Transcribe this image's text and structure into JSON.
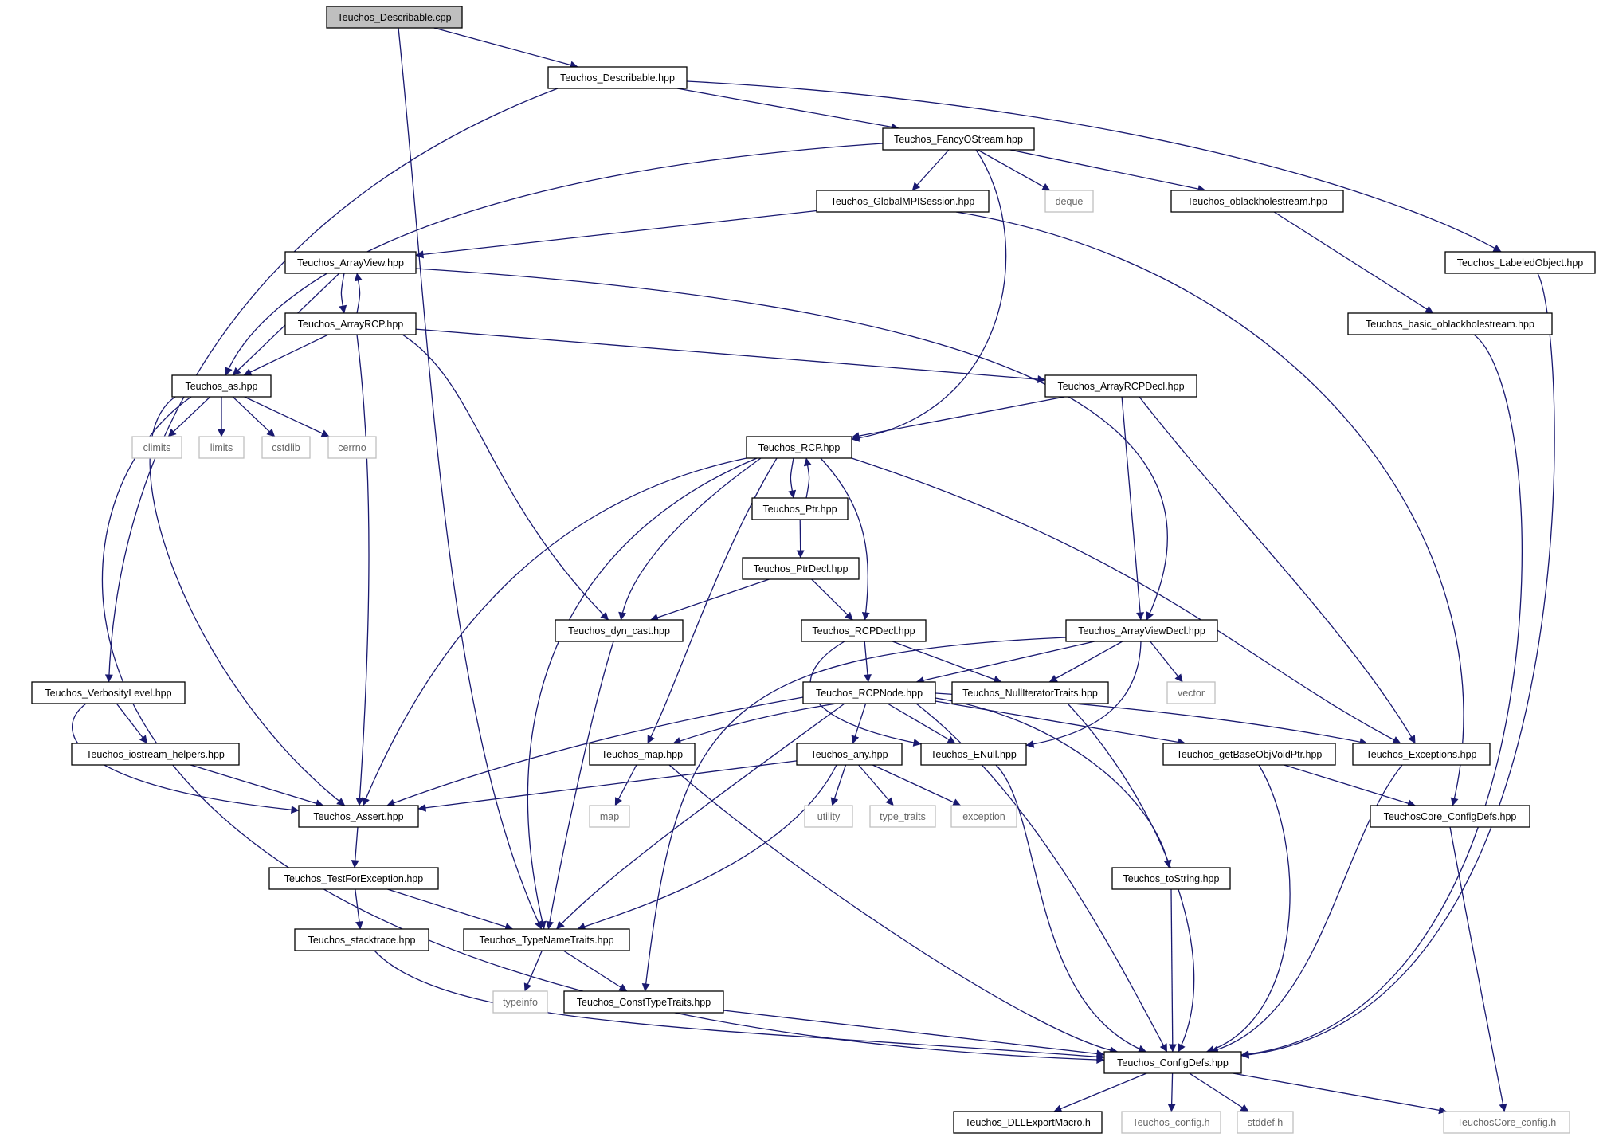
{
  "graph": {
    "edge_color": "#191970",
    "root_fill": "#bfbfbf",
    "nodes": [
      {
        "id": "describable_cpp",
        "label": "Teuchos_Describable.cpp",
        "kind": "root"
      },
      {
        "id": "describable_hpp",
        "label": "Teuchos_Describable.hpp",
        "kind": "file"
      },
      {
        "id": "fancyostream",
        "label": "Teuchos_FancyOStream.hpp",
        "kind": "file"
      },
      {
        "id": "globalmpi",
        "label": "Teuchos_GlobalMPISession.hpp",
        "kind": "file"
      },
      {
        "id": "deque",
        "label": "deque",
        "kind": "system"
      },
      {
        "id": "oblackhole",
        "label": "Teuchos_oblackholestream.hpp",
        "kind": "file"
      },
      {
        "id": "arrayview",
        "label": "Teuchos_ArrayView.hpp",
        "kind": "file"
      },
      {
        "id": "labeledobject",
        "label": "Teuchos_LabeledObject.hpp",
        "kind": "file"
      },
      {
        "id": "arrayrcp",
        "label": "Teuchos_ArrayRCP.hpp",
        "kind": "file"
      },
      {
        "id": "basic_oblackhole",
        "label": "Teuchos_basic_oblackholestream.hpp",
        "kind": "file"
      },
      {
        "id": "as",
        "label": "Teuchos_as.hpp",
        "kind": "file"
      },
      {
        "id": "arrayrcpdecl",
        "label": "Teuchos_ArrayRCPDecl.hpp",
        "kind": "file"
      },
      {
        "id": "climits",
        "label": "climits",
        "kind": "system"
      },
      {
        "id": "limits",
        "label": "limits",
        "kind": "system"
      },
      {
        "id": "cstdlib",
        "label": "cstdlib",
        "kind": "system"
      },
      {
        "id": "cerrno",
        "label": "cerrno",
        "kind": "system"
      },
      {
        "id": "rcp",
        "label": "Teuchos_RCP.hpp",
        "kind": "file"
      },
      {
        "id": "ptr",
        "label": "Teuchos_Ptr.hpp",
        "kind": "file"
      },
      {
        "id": "ptrdecl",
        "label": "Teuchos_PtrDecl.hpp",
        "kind": "file"
      },
      {
        "id": "dyn_cast",
        "label": "Teuchos_dyn_cast.hpp",
        "kind": "file"
      },
      {
        "id": "rcpdecl",
        "label": "Teuchos_RCPDecl.hpp",
        "kind": "file"
      },
      {
        "id": "arrayviewdecl",
        "label": "Teuchos_ArrayViewDecl.hpp",
        "kind": "file"
      },
      {
        "id": "verbosity",
        "label": "Teuchos_VerbosityLevel.hpp",
        "kind": "file"
      },
      {
        "id": "rcpnode",
        "label": "Teuchos_RCPNode.hpp",
        "kind": "file"
      },
      {
        "id": "nulliter",
        "label": "Teuchos_NullIteratorTraits.hpp",
        "kind": "file"
      },
      {
        "id": "vector",
        "label": "vector",
        "kind": "system"
      },
      {
        "id": "iostream_helpers",
        "label": "Teuchos_iostream_helpers.hpp",
        "kind": "file"
      },
      {
        "id": "map_hpp",
        "label": "Teuchos_map.hpp",
        "kind": "file"
      },
      {
        "id": "any",
        "label": "Teuchos_any.hpp",
        "kind": "file"
      },
      {
        "id": "enull",
        "label": "Teuchos_ENull.hpp",
        "kind": "file"
      },
      {
        "id": "getbase",
        "label": "Teuchos_getBaseObjVoidPtr.hpp",
        "kind": "file"
      },
      {
        "id": "exceptions",
        "label": "Teuchos_Exceptions.hpp",
        "kind": "file"
      },
      {
        "id": "assert",
        "label": "Teuchos_Assert.hpp",
        "kind": "file"
      },
      {
        "id": "map_sys",
        "label": "map",
        "kind": "system"
      },
      {
        "id": "utility",
        "label": "utility",
        "kind": "system"
      },
      {
        "id": "type_traits",
        "label": "type_traits",
        "kind": "system"
      },
      {
        "id": "exception",
        "label": "exception",
        "kind": "system"
      },
      {
        "id": "core_configdefs",
        "label": "TeuchosCore_ConfigDefs.hpp",
        "kind": "file"
      },
      {
        "id": "testforexception",
        "label": "Teuchos_TestForException.hpp",
        "kind": "file"
      },
      {
        "id": "tostring",
        "label": "Teuchos_toString.hpp",
        "kind": "file"
      },
      {
        "id": "stacktrace",
        "label": "Teuchos_stacktrace.hpp",
        "kind": "file"
      },
      {
        "id": "typenametraits",
        "label": "Teuchos_TypeNameTraits.hpp",
        "kind": "file"
      },
      {
        "id": "typeinfo",
        "label": "typeinfo",
        "kind": "system"
      },
      {
        "id": "consttypetraits",
        "label": "Teuchos_ConstTypeTraits.hpp",
        "kind": "file"
      },
      {
        "id": "configdefs",
        "label": "Teuchos_ConfigDefs.hpp",
        "kind": "file"
      },
      {
        "id": "dllexport",
        "label": "Teuchos_DLLExportMacro.h",
        "kind": "file"
      },
      {
        "id": "config_h",
        "label": "Teuchos_config.h",
        "kind": "system"
      },
      {
        "id": "stddef",
        "label": "stddef.h",
        "kind": "system"
      },
      {
        "id": "core_config_h",
        "label": "TeuchosCore_config.h",
        "kind": "system"
      }
    ],
    "edges": [
      [
        "describable_cpp",
        "describable_hpp"
      ],
      [
        "describable_cpp",
        "typenametraits"
      ],
      [
        "describable_hpp",
        "fancyostream"
      ],
      [
        "describable_hpp",
        "verbosity"
      ],
      [
        "describable_hpp",
        "labeledobject"
      ],
      [
        "fancyostream",
        "globalmpi"
      ],
      [
        "fancyostream",
        "deque"
      ],
      [
        "fancyostream",
        "oblackhole"
      ],
      [
        "fancyostream",
        "as"
      ],
      [
        "fancyostream",
        "rcp"
      ],
      [
        "globalmpi",
        "arrayview"
      ],
      [
        "globalmpi",
        "core_configdefs"
      ],
      [
        "oblackhole",
        "basic_oblackhole"
      ],
      [
        "arrayview",
        "arrayrcp"
      ],
      [
        "arrayrcp",
        "arrayview"
      ],
      [
        "arrayview",
        "as"
      ],
      [
        "arrayview",
        "arrayviewdecl"
      ],
      [
        "arrayrcp",
        "as"
      ],
      [
        "arrayrcp",
        "arrayrcpdecl"
      ],
      [
        "arrayrcp",
        "assert"
      ],
      [
        "arrayrcp",
        "dyn_cast"
      ],
      [
        "labeledobject",
        "configdefs"
      ],
      [
        "basic_oblackhole",
        "configdefs"
      ],
      [
        "as",
        "climits"
      ],
      [
        "as",
        "limits"
      ],
      [
        "as",
        "cstdlib"
      ],
      [
        "as",
        "cerrno"
      ],
      [
        "as",
        "assert"
      ],
      [
        "as",
        "configdefs"
      ],
      [
        "arrayrcpdecl",
        "rcp"
      ],
      [
        "arrayrcpdecl",
        "arrayviewdecl"
      ],
      [
        "arrayrcpdecl",
        "exceptions"
      ],
      [
        "rcp",
        "ptr"
      ],
      [
        "ptr",
        "rcp"
      ],
      [
        "rcp",
        "rcpdecl"
      ],
      [
        "rcp",
        "dyn_cast"
      ],
      [
        "rcp",
        "map_hpp"
      ],
      [
        "rcp",
        "assert"
      ],
      [
        "rcp",
        "typenametraits"
      ],
      [
        "rcp",
        "exceptions"
      ],
      [
        "ptr",
        "ptrdecl"
      ],
      [
        "ptrdecl",
        "dyn_cast"
      ],
      [
        "ptrdecl",
        "rcpdecl"
      ],
      [
        "dyn_cast",
        "typenametraits"
      ],
      [
        "rcpdecl",
        "rcpnode"
      ],
      [
        "rcpdecl",
        "nulliter"
      ],
      [
        "rcpdecl",
        "enull"
      ],
      [
        "arrayviewdecl",
        "rcpnode"
      ],
      [
        "arrayviewdecl",
        "nulliter"
      ],
      [
        "arrayviewdecl",
        "vector"
      ],
      [
        "arrayviewdecl",
        "enull"
      ],
      [
        "arrayviewdecl",
        "consttypetraits"
      ],
      [
        "verbosity",
        "iostream_helpers"
      ],
      [
        "verbosity",
        "assert"
      ],
      [
        "iostream_helpers",
        "assert"
      ],
      [
        "rcpnode",
        "map_hpp"
      ],
      [
        "rcpnode",
        "any"
      ],
      [
        "rcpnode",
        "enull"
      ],
      [
        "rcpnode",
        "getbase"
      ],
      [
        "rcpnode",
        "exceptions"
      ],
      [
        "rcpnode",
        "assert"
      ],
      [
        "rcpnode",
        "typenametraits"
      ],
      [
        "rcpnode",
        "tostring"
      ],
      [
        "rcpnode",
        "configdefs"
      ],
      [
        "nulliter",
        "configdefs"
      ],
      [
        "map_hpp",
        "map_sys"
      ],
      [
        "map_hpp",
        "configdefs"
      ],
      [
        "any",
        "utility"
      ],
      [
        "any",
        "type_traits"
      ],
      [
        "any",
        "exception"
      ],
      [
        "any",
        "assert"
      ],
      [
        "any",
        "typenametraits"
      ],
      [
        "enull",
        "configdefs"
      ],
      [
        "getbase",
        "core_configdefs"
      ],
      [
        "getbase",
        "configdefs"
      ],
      [
        "exceptions",
        "configdefs"
      ],
      [
        "assert",
        "testforexception"
      ],
      [
        "testforexception",
        "stacktrace"
      ],
      [
        "testforexception",
        "typenametraits"
      ],
      [
        "tostring",
        "configdefs"
      ],
      [
        "stacktrace",
        "configdefs"
      ],
      [
        "typenametraits",
        "typeinfo"
      ],
      [
        "typenametraits",
        "consttypetraits"
      ],
      [
        "consttypetraits",
        "configdefs"
      ],
      [
        "core_configdefs",
        "core_config_h"
      ],
      [
        "configdefs",
        "dllexport"
      ],
      [
        "configdefs",
        "config_h"
      ],
      [
        "configdefs",
        "stddef"
      ],
      [
        "configdefs",
        "core_config_h"
      ]
    ]
  }
}
